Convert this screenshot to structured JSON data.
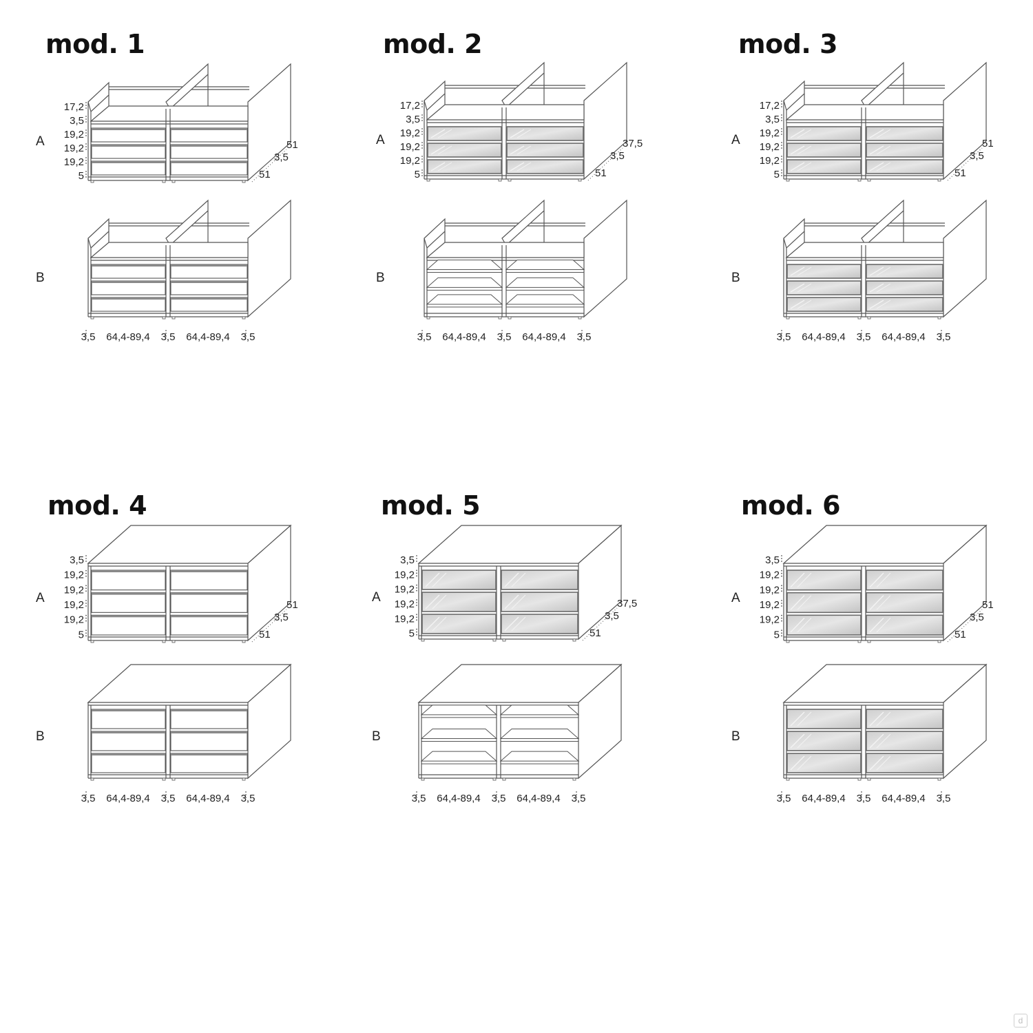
{
  "row_labels": {
    "a": "A",
    "b": "B"
  },
  "watermark": "d",
  "modules": [
    {
      "title": "mod. 1",
      "top": "open",
      "a": {
        "fill": "drawers",
        "vlabels": [
          "17,2",
          "3,5",
          "19,2",
          "19,2",
          "19,2",
          "5"
        ],
        "depth": [
          "51",
          "3,5",
          "51"
        ]
      },
      "b": {
        "fill": "drawers"
      },
      "widths": [
        "3,5",
        "64,4-89,4",
        "3,5",
        "64,4-89,4",
        "3,5"
      ]
    },
    {
      "title": "mod. 2",
      "top": "open",
      "a": {
        "fill": "glass",
        "vlabels": [
          "17,2",
          "3,5",
          "19,2",
          "19,2",
          "19,2",
          "5"
        ],
        "depth": [
          "37,5",
          "3,5",
          "51"
        ]
      },
      "b": {
        "fill": "shelves"
      },
      "widths": [
        "3,5",
        "64,4-89,4",
        "3,5",
        "64,4-89,4",
        "3,5"
      ]
    },
    {
      "title": "mod. 3",
      "top": "open",
      "a": {
        "fill": "glass",
        "vlabels": [
          "17,2",
          "3,5",
          "19,2",
          "19,2",
          "19,2",
          "5"
        ],
        "depth": [
          "51",
          "3,5",
          "51"
        ]
      },
      "b": {
        "fill": "glass"
      },
      "widths": [
        "3,5",
        "64,4-89,4",
        "3,5",
        "64,4-89,4",
        "3,5"
      ]
    },
    {
      "title": "mod. 4",
      "top": "closed",
      "a": {
        "fill": "drawers",
        "vlabels": [
          "3,5",
          "19,2",
          "19,2",
          "19,2",
          "19,2",
          "5"
        ],
        "depth": [
          "51",
          "3,5",
          "51"
        ]
      },
      "b": {
        "fill": "drawers"
      },
      "widths": [
        "3,5",
        "64,4-89,4",
        "3,5",
        "64,4-89,4",
        "3,5"
      ]
    },
    {
      "title": "mod. 5",
      "top": "closed",
      "a": {
        "fill": "glass",
        "vlabels": [
          "3,5",
          "19,2",
          "19,2",
          "19,2",
          "19,2",
          "5"
        ],
        "depth": [
          "37,5",
          "3,5",
          "51"
        ]
      },
      "b": {
        "fill": "shelves"
      },
      "widths": [
        "3,5",
        "64,4-89,4",
        "3,5",
        "64,4-89,4",
        "3,5"
      ]
    },
    {
      "title": "mod. 6",
      "top": "closed",
      "a": {
        "fill": "glass",
        "vlabels": [
          "3,5",
          "19,2",
          "19,2",
          "19,2",
          "19,2",
          "5"
        ],
        "depth": [
          "51",
          "3,5",
          "51"
        ]
      },
      "b": {
        "fill": "glass"
      },
      "widths": [
        "3,5",
        "64,4-89,4",
        "3,5",
        "64,4-89,4",
        "3,5"
      ]
    }
  ]
}
